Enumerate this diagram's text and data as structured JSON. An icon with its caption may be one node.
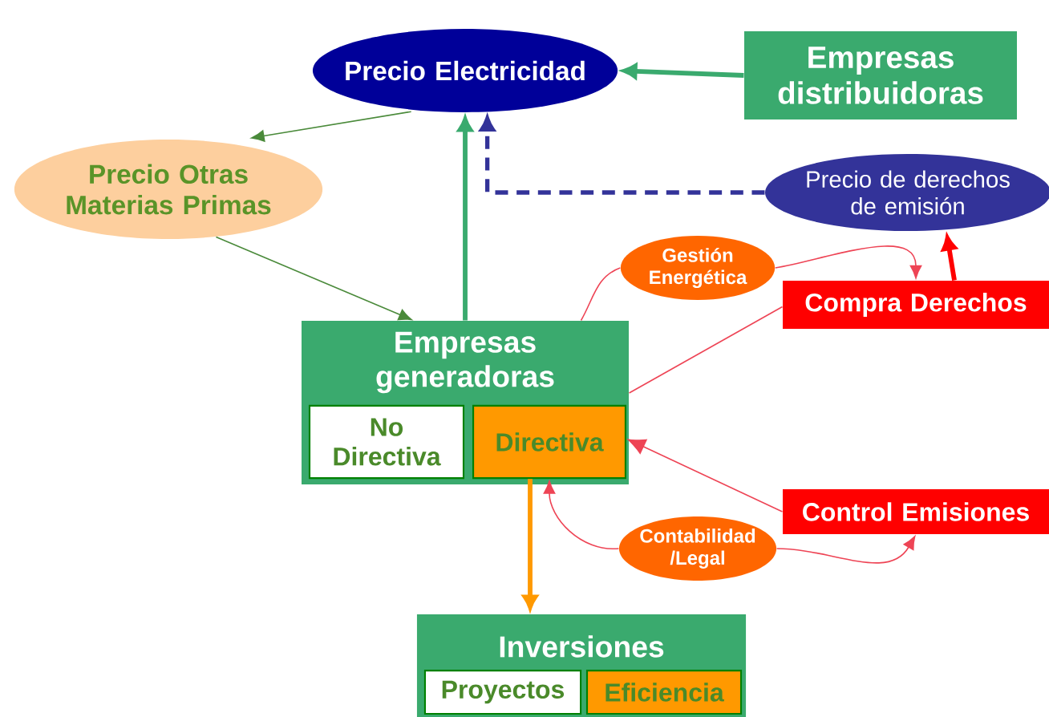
{
  "diagram": {
    "nodes": [
      {
        "text": [
          "Precio Electricidad"
        ]
      },
      {
        "text": [
          "Empresas distribuidoras"
        ]
      },
      {
        "text": [
          "Precio Otras Materias Primas"
        ]
      },
      {
        "text": [
          "Precio de derechos de emisión"
        ]
      },
      {
        "text": [
          "Gestión Energética"
        ]
      },
      {
        "text": [
          "Compra Derechos"
        ]
      },
      {
        "text": [
          "Empresas generadoras"
        ]
      },
      {
        "text": [
          "No Directiva"
        ],
        "in": 6
      },
      {
        "text": [
          "Directiva"
        ],
        "in": 6
      },
      {
        "text": [
          "Control Emisiones"
        ]
      },
      {
        "text": [
          "Contabilidad /Legal"
        ]
      },
      {
        "text": [
          "Inversiones"
        ]
      },
      {
        "text": [
          "Proyectos"
        ],
        "in": 11
      },
      {
        "text": [
          "Eficiencia"
        ],
        "in": 11
      }
    ],
    "edges": [
      {
        "from": 1,
        "to": 0,
        "arrow": "to",
        "style": "thick",
        "color": "#3aaa6e"
      },
      {
        "from": 6,
        "to": 0,
        "arrow": "to",
        "style": "thick",
        "color": "#3aaa6e"
      },
      {
        "from": 3,
        "to": 0,
        "arrow": "to",
        "style": "dashed",
        "color": "#333399"
      },
      {
        "from": 0,
        "to": 2,
        "arrow": "to",
        "color": "#4a8a3a"
      },
      {
        "from": 2,
        "to": 6,
        "arrow": "to",
        "color": "#4a8a3a"
      },
      {
        "from": 5,
        "to": 3,
        "arrow": "to",
        "style": "thick",
        "color": "#ff0000"
      },
      {
        "from": 6,
        "to": 5,
        "arrow": "none"
      },
      {
        "from": 6,
        "to": 4,
        "arrow": "none"
      },
      {
        "from": 4,
        "to": 5,
        "arrow": "to"
      },
      {
        "from": 9,
        "to": 8,
        "arrow": "to"
      },
      {
        "from": 10,
        "to": 8,
        "arrow": "to"
      },
      {
        "from": 10,
        "to": 9,
        "arrow": "to"
      },
      {
        "from": 8,
        "to": 11,
        "arrow": "to",
        "style": "thick",
        "color": "#ff9900"
      }
    ]
  }
}
